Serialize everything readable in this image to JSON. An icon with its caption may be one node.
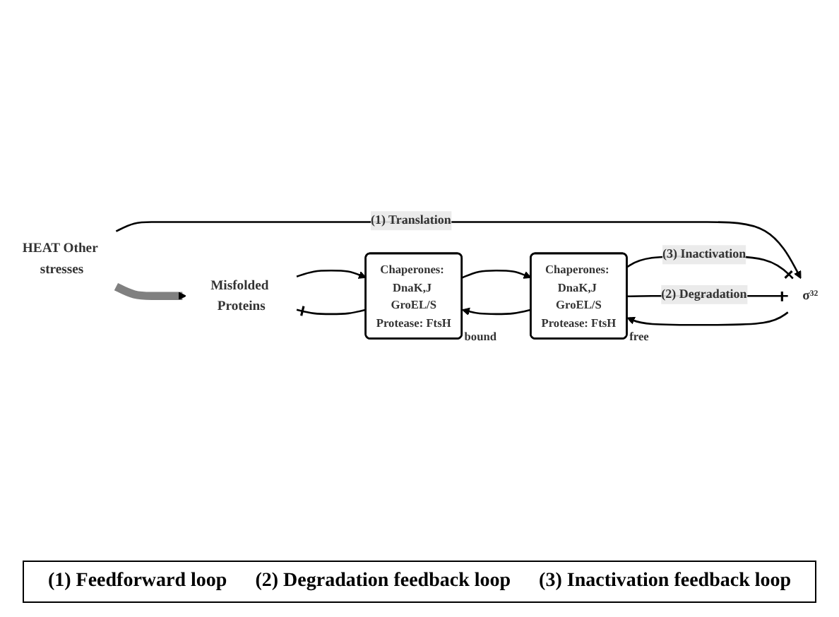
{
  "diagram": {
    "nodes": [
      {
        "text": [
          "HEAT Other stresses"
        ]
      },
      {
        "text": [
          "Misfolded Proteins"
        ]
      },
      {
        "text": [
          "Chaperones: DnaK,J GroEL/S",
          "Protease: FtsH"
        ],
        "beside": [
          "bound"
        ]
      },
      {
        "text": [
          "Chaperones: DnaK,J GroEL/S",
          "Protease: FtsH"
        ],
        "beside": [
          "free"
        ]
      },
      {
        "text": [
          "σ³²"
        ]
      }
    ],
    "edges": [
      {
        "from": 0,
        "to": 1,
        "arrow": "to",
        "style": "thick",
        "color": "#808080"
      },
      {
        "from": 2,
        "to": 1,
        "arrow": "other"
      },
      {
        "from": 1,
        "to": 2,
        "arrow": "to"
      },
      {
        "from": 3,
        "to": 2,
        "arrow": "to"
      },
      {
        "from": 2,
        "to": 3,
        "arrow": "to"
      },
      {
        "from": 0,
        "to": 4,
        "label": "(1) Translation",
        "arrow": "to"
      },
      {
        "from": 3,
        "to": 4,
        "label": "(3) Inactivation",
        "arrow": "other"
      },
      {
        "from": 4,
        "to": 3,
        "arrow": "to"
      },
      {
        "from": 3,
        "to": 4,
        "label": "(2) Degradation",
        "arrow": "other"
      }
    ],
    "labels": [
      "(1) Feedforward loop",
      "(2) Degradation feedback loop",
      "(3) Inactivation feedback loop"
    ]
  }
}
